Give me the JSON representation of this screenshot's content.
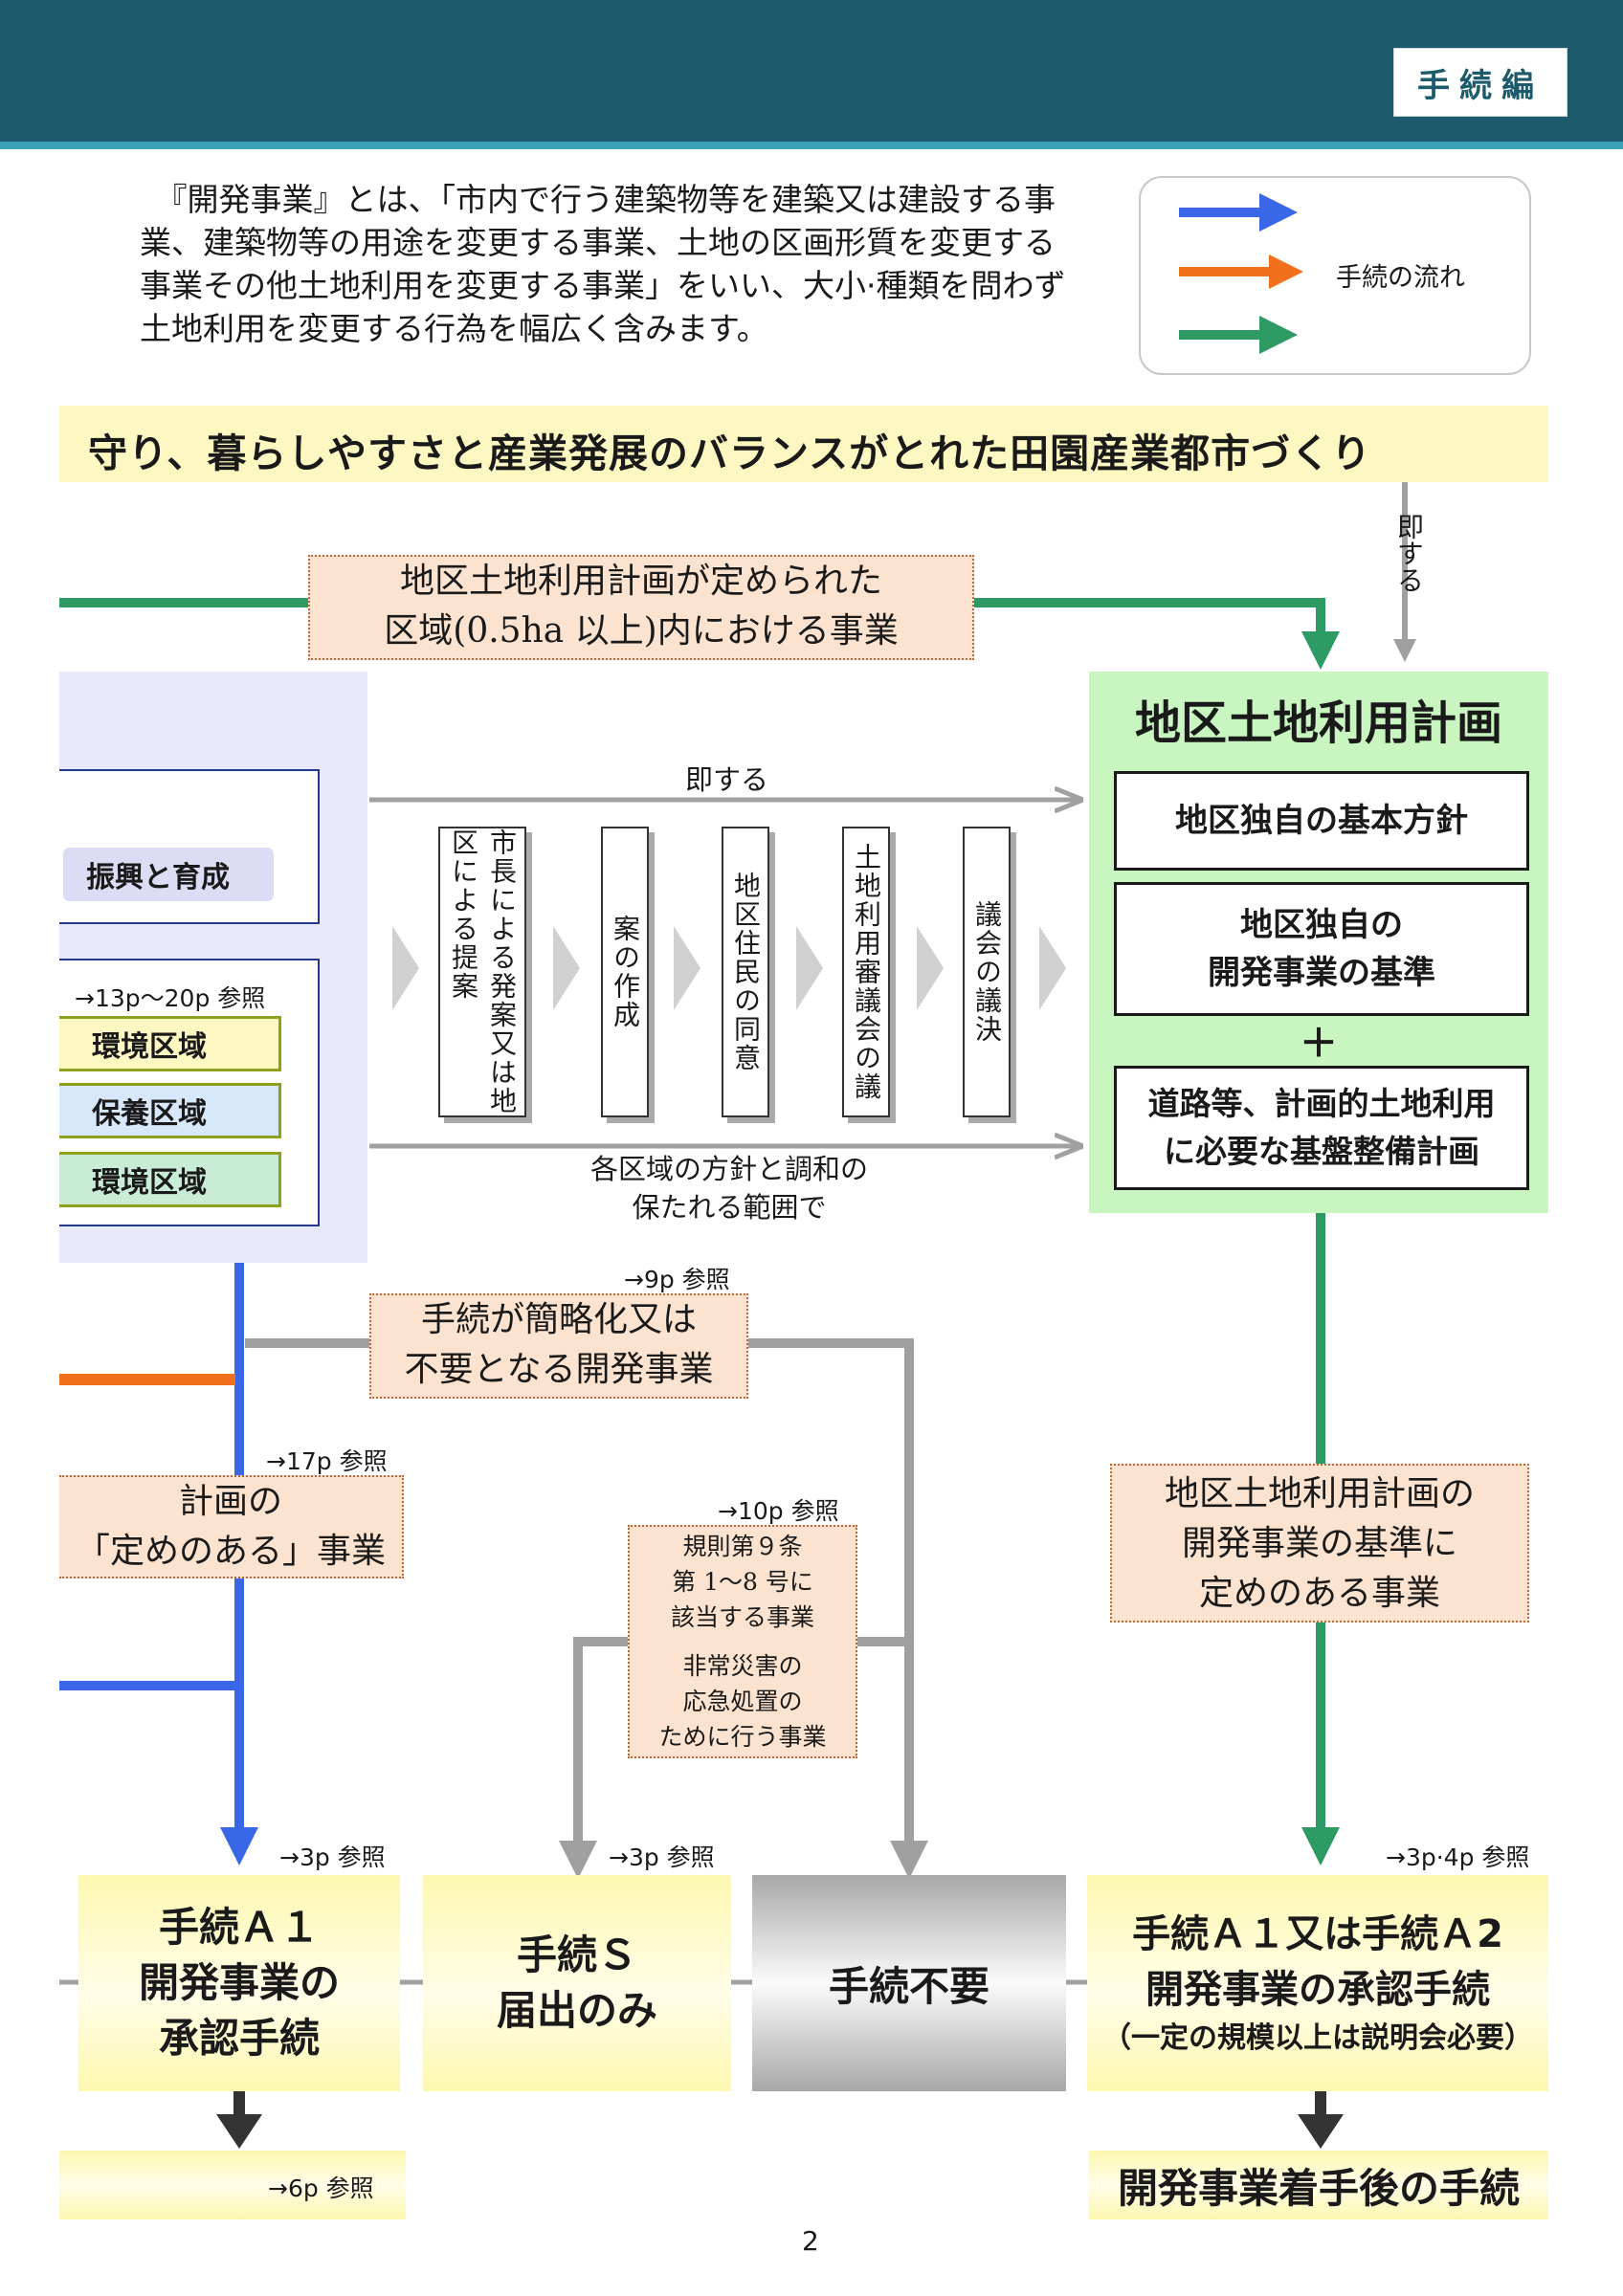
{
  "header": {
    "section_tag": "手続編"
  },
  "intro": {
    "lines": [
      "　『開発事業』とは、「市内で行う建築物等を建築又は建設する事",
      "業、建築物等の用途を変更する事業、土地の区画形質を変更する",
      "事業その他土地利用を変更する事業」をいい、大小·種類を問わず",
      "土地利用を変更する行為を幅広く含みます。"
    ]
  },
  "legend": {
    "label": "手続の流れ",
    "colors": {
      "blue": "#3a66e8",
      "orange": "#f26f1e",
      "green": "#2e9a63"
    }
  },
  "banner": {
    "text": "守り、暮らしやすさと産業発展のバランスがとれた田園産業都市づくり"
  },
  "labels": {
    "sokusuru_vertical": "即する",
    "sokusuru": "即する",
    "harmony_line1": "各区域の方針と調和の",
    "harmony_line2": "保たれる範囲で"
  },
  "notes": {
    "district_area": {
      "line1": "地区土地利用計画が定められた",
      "line2": "区域(0.5ha 以上)内における事業"
    },
    "simplified": {
      "ref": "→9p 参照",
      "line1": "手続が簡略化又は",
      "line2": "不要となる開発事業"
    },
    "planned": {
      "ref": "→17p 参照",
      "line1": "計画の",
      "line2": "「定めのある」事業"
    },
    "rule": {
      "ref": "→10p 参照",
      "line1": "規則第９条",
      "line2": "第 1～8 号に",
      "line3": "該当する事業"
    },
    "disaster": {
      "line1": "非常災害の",
      "line2": "応急処置の",
      "line3": "ために行う事業"
    },
    "plan_standard": {
      "line1": "地区土地利用計画の",
      "line2": "開発事業の基準に",
      "line3": "定めのある事業"
    }
  },
  "left_panel": {
    "promotion": "振興と育成",
    "zones_ref": "→13p～20p 参照",
    "zones": [
      {
        "label": "環境区域",
        "bg": "#fdf8c2",
        "border": "#8da11c"
      },
      {
        "label": "保養区域",
        "bg": "#d8e8fb",
        "border": "#8da11c"
      },
      {
        "label": "環境区域",
        "bg": "#c9ecd6",
        "border": "#8da11c"
      }
    ]
  },
  "steps": [
    {
      "text": "市長による発案又は地区による提案"
    },
    {
      "text": "案の作成"
    },
    {
      "text": "地区住民の同意"
    },
    {
      "text": "土地利用審議会の議"
    },
    {
      "text": "議会の議決"
    }
  ],
  "plan": {
    "title": "地区土地利用計画",
    "policy": "地区独自の基本方針",
    "standard_line1": "地区独自の",
    "standard_line2": "開発事業の基準",
    "plus": "＋",
    "infra_line1": "道路等、計画的土地利用",
    "infra_line2": "に必要な基盤整備計画"
  },
  "procedures": [
    {
      "ref": "→3p 参照",
      "line1": "手続Ａ１",
      "line2": "開発事業の",
      "line3": "承認手続"
    },
    {
      "ref": "→3p 参照",
      "line1": "手続Ｓ",
      "line2": "届出のみ"
    },
    {
      "line1": "手続不要"
    },
    {
      "ref": "→3p·4p 参照",
      "line1": "手続Ａ１又は手続Ａ2",
      "line2": "開発事業の承認手続",
      "line3": "（一定の規模以上は説明会必要）"
    }
  ],
  "bottom": {
    "ref": "→6p 参照",
    "after_start": "開発事業着手後の手続"
  },
  "page_number": "2"
}
